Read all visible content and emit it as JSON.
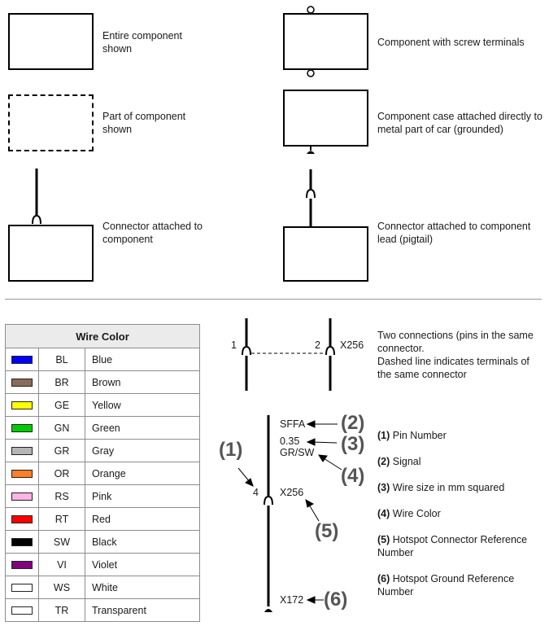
{
  "symbols": {
    "entire_component": "Entire component shown",
    "part_component": "Part of component shown",
    "connector_component": "Connector attached to component",
    "screw_terminals": "Component with screw terminals",
    "case_grounded": "Component case attached directly to metal part of car (grounded)",
    "pigtail": "Connector attached to component lead (pigtail)"
  },
  "wire_color": {
    "title": "Wire Color",
    "rows": [
      {
        "code": "BL",
        "name": "Blue",
        "color": "#0000ff"
      },
      {
        "code": "BR",
        "name": "Brown",
        "color": "#8b6a5a"
      },
      {
        "code": "GE",
        "name": "Yellow",
        "color": "#ffff00"
      },
      {
        "code": "GN",
        "name": "Green",
        "color": "#00cc00"
      },
      {
        "code": "GR",
        "name": "Gray",
        "color": "#b5b5b5"
      },
      {
        "code": "OR",
        "name": "Orange",
        "color": "#ff7f27"
      },
      {
        "code": "RS",
        "name": "Pink",
        "color": "#ffb3e6"
      },
      {
        "code": "RT",
        "name": "Red",
        "color": "#ff0000"
      },
      {
        "code": "SW",
        "name": "Black",
        "color": "#000000"
      },
      {
        "code": "VI",
        "name": "Violet",
        "color": "#800080"
      },
      {
        "code": "WS",
        "name": "White",
        "color": "#ffffff"
      },
      {
        "code": "TR",
        "name": "Transparent",
        "color": "#ffffff"
      }
    ]
  },
  "two_conn": {
    "pin1": "1",
    "pin2": "2",
    "connector": "X256",
    "desc1": "Two connections (pins in the same connector.",
    "desc2": "Dashed line indicates terminals of the same connector"
  },
  "signal_diagram": {
    "signal": "SFFA",
    "size": "0.35",
    "color": "GR/SW",
    "pin": "4",
    "connector": "X256",
    "ground": "X172",
    "callouts": [
      "(1)",
      "(2)",
      "(3)",
      "(4)",
      "(5)",
      "(6)"
    ]
  },
  "legend": [
    {
      "num": "(1)",
      "text": "Pin Number"
    },
    {
      "num": "(2)",
      "text": "Signal"
    },
    {
      "num": "(3)",
      "text": "Wire size in mm squared"
    },
    {
      "num": "(4)",
      "text": "Wire Color"
    },
    {
      "num": "(5)",
      "text": "Hotspot Connector Reference Number"
    },
    {
      "num": "(6)",
      "text": "Hotspot Ground Reference Number"
    }
  ]
}
